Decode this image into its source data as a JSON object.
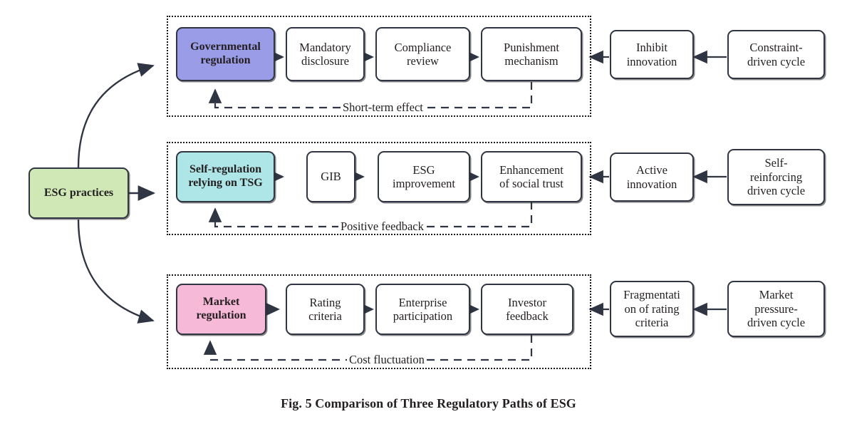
{
  "figure": {
    "caption": "Fig. 5 Comparison of Three Regulatory Paths of ESG",
    "root": {
      "label": "ESG practices",
      "color": "#cfe8b6"
    }
  },
  "colors": {
    "governmental": "#9b9ce8",
    "self_regulation": "#aee5e6",
    "market": "#f7b9d8",
    "root": "#cfe8b6",
    "stroke": "#2f3542",
    "frame": "#1a1a1a",
    "background": "#ffffff"
  },
  "paths": [
    {
      "id": "governmental-path",
      "accent_label": "Governmental\nregulation",
      "accent_color": "#9b9ce8",
      "steps": [
        {
          "label": "Mandatory\ndisclosure"
        },
        {
          "label": "Compliance\nreview"
        },
        {
          "label": "Punishment\nmechanism"
        }
      ],
      "feedback_label": "Short-term effect",
      "drivers": [
        {
          "label": "Inhibit\ninnovation"
        },
        {
          "label": "Constraint-\ndriven cycle"
        }
      ]
    },
    {
      "id": "self-regulation-path",
      "accent_label": "Self-regulation\nrelying on TSG",
      "accent_color": "#aee5e6",
      "steps": [
        {
          "label": "GIB"
        },
        {
          "label": "ESG\nimprovement"
        },
        {
          "label": "Enhancement\nof social trust"
        }
      ],
      "feedback_label": "Positive feedback",
      "drivers": [
        {
          "label": "Active\ninnovation"
        },
        {
          "label": "Self-\nreinforcing\ndriven cycle"
        }
      ]
    },
    {
      "id": "market-path",
      "accent_label": "Market\nregulation",
      "accent_color": "#f7b9d8",
      "steps": [
        {
          "label": "Rating\ncriteria"
        },
        {
          "label": "Enterprise\nparticipation"
        },
        {
          "label": "Investor\nfeedback"
        }
      ],
      "feedback_label": "Cost fluctuation",
      "drivers": [
        {
          "label": "Fragmentati\non of rating\ncriteria"
        },
        {
          "label": "Market\npressure-\ndriven cycle"
        }
      ]
    }
  ]
}
